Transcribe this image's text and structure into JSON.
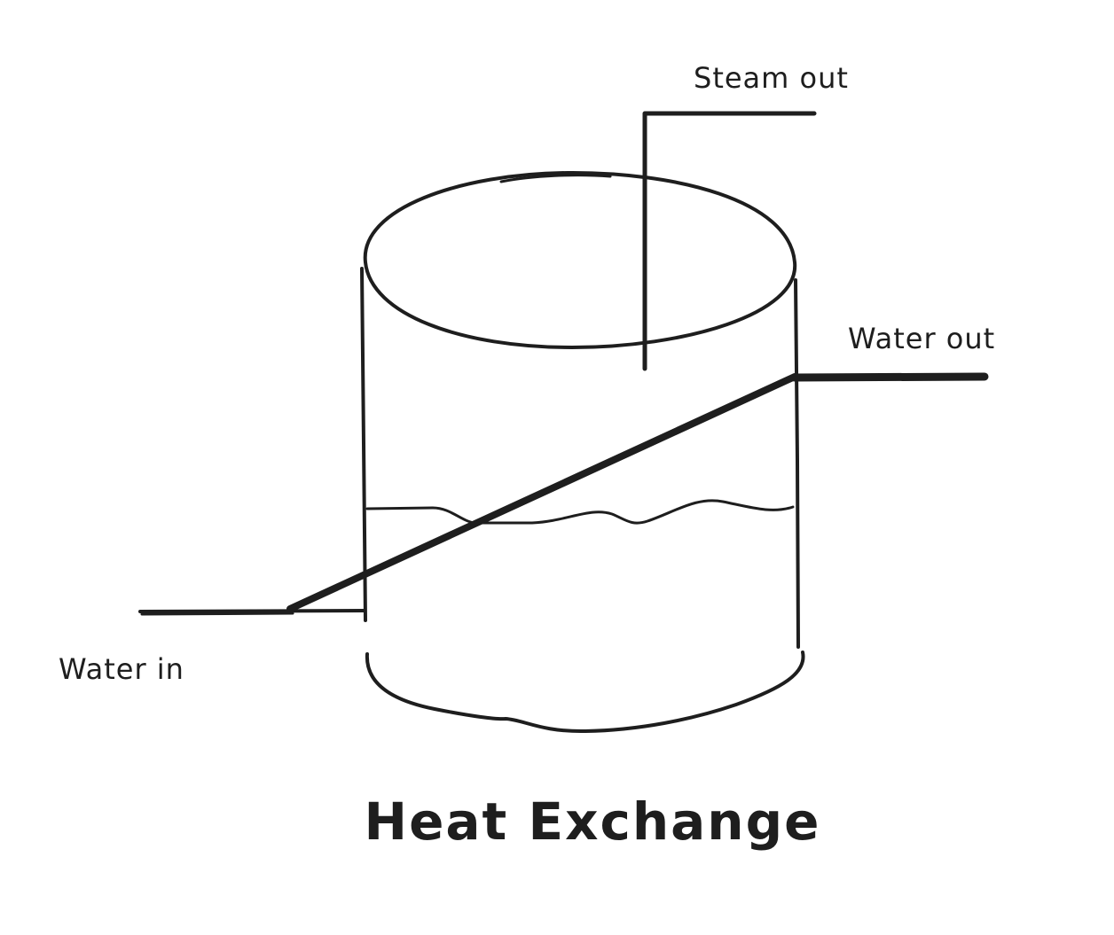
{
  "diagram": {
    "title": "Heat Exchange",
    "labels": {
      "steam_out": "Steam out",
      "water_out": "Water out",
      "water_in": "Water in"
    },
    "colors": {
      "ink": "#1e1e1e",
      "background": "#ffffff"
    }
  }
}
